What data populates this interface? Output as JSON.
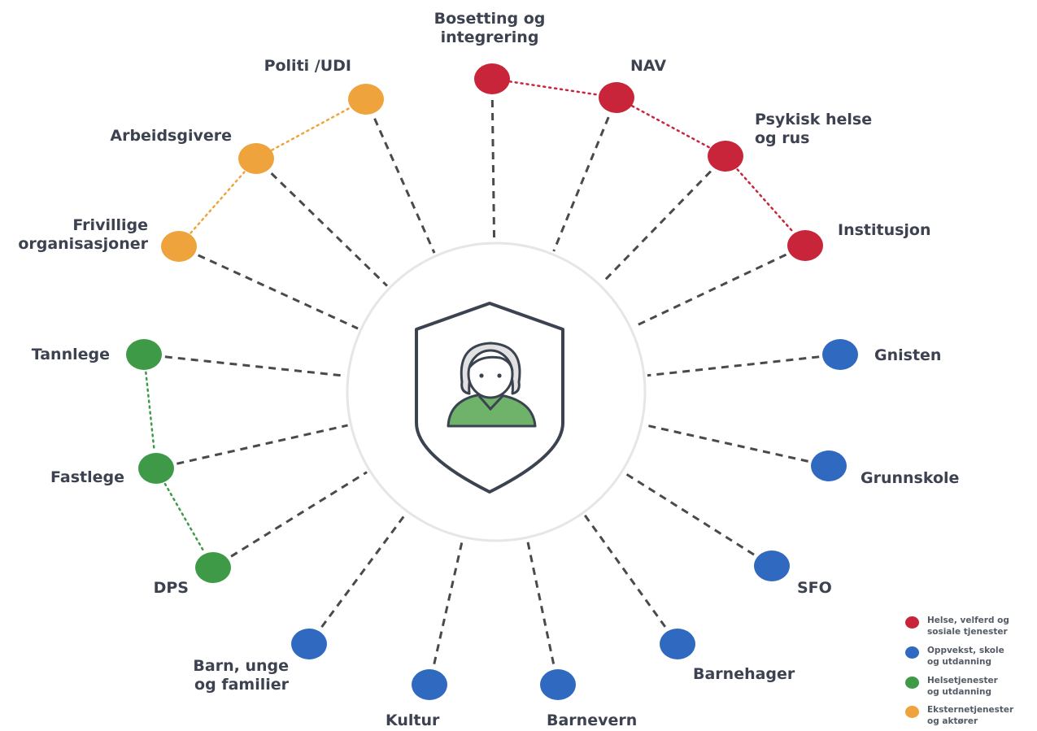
{
  "colors": {
    "red": "#c8243a",
    "blue": "#2f6ac0",
    "green": "#3e9a47",
    "orange": "#eea33c",
    "line": "#4a4a4a",
    "shield_outline": "#3c4350",
    "person_body": "#6fb36a"
  },
  "center_icon": "person-in-shield-icon",
  "nodes": [
    {
      "id": "bosetting",
      "label": "Bosetting og\nintegrering",
      "group": "red"
    },
    {
      "id": "nav",
      "label": "NAV",
      "group": "red"
    },
    {
      "id": "psykisk",
      "label": "Psykisk helse\nog rus",
      "group": "red"
    },
    {
      "id": "institusjon",
      "label": "Institusjon",
      "group": "red"
    },
    {
      "id": "gnisten",
      "label": "Gnisten",
      "group": "blue"
    },
    {
      "id": "grunnskole",
      "label": "Grunnskole",
      "group": "blue"
    },
    {
      "id": "sfo",
      "label": "SFO",
      "group": "blue"
    },
    {
      "id": "barnehager",
      "label": "Barnehager",
      "group": "blue"
    },
    {
      "id": "barnevern",
      "label": "Barnevern",
      "group": "blue"
    },
    {
      "id": "kultur",
      "label": "Kultur",
      "group": "blue"
    },
    {
      "id": "barn",
      "label": "Barn, unge\nog familier",
      "group": "blue"
    },
    {
      "id": "dps",
      "label": "DPS",
      "group": "green"
    },
    {
      "id": "fastlege",
      "label": "Fastlege",
      "group": "green"
    },
    {
      "id": "tannlege",
      "label": "Tannlege",
      "group": "green"
    },
    {
      "id": "frivillige",
      "label": "Frivillige\norganisasjoner",
      "group": "orange"
    },
    {
      "id": "arbeidsgivere",
      "label": "Arbeidsgivere",
      "group": "orange"
    },
    {
      "id": "politi",
      "label": "Politi /UDI",
      "group": "orange"
    }
  ],
  "group_links": [
    {
      "group": "red",
      "chain": [
        "bosetting",
        "nav",
        "psykisk",
        "institusjon"
      ]
    },
    {
      "group": "orange",
      "chain": [
        "frivillige",
        "arbeidsgivere",
        "politi"
      ]
    },
    {
      "group": "green",
      "chain": [
        "tannlege",
        "fastlege",
        "dps"
      ]
    }
  ],
  "legend": [
    {
      "group": "red",
      "text": "Helse, velferd og\nsosiale tjenester"
    },
    {
      "group": "blue",
      "text": "Oppvekst, skole\nog utdanning"
    },
    {
      "group": "green",
      "text": "Helsetjenester\nog utdanning"
    },
    {
      "group": "orange",
      "text": "Eksternetjenester\nog aktører"
    }
  ]
}
